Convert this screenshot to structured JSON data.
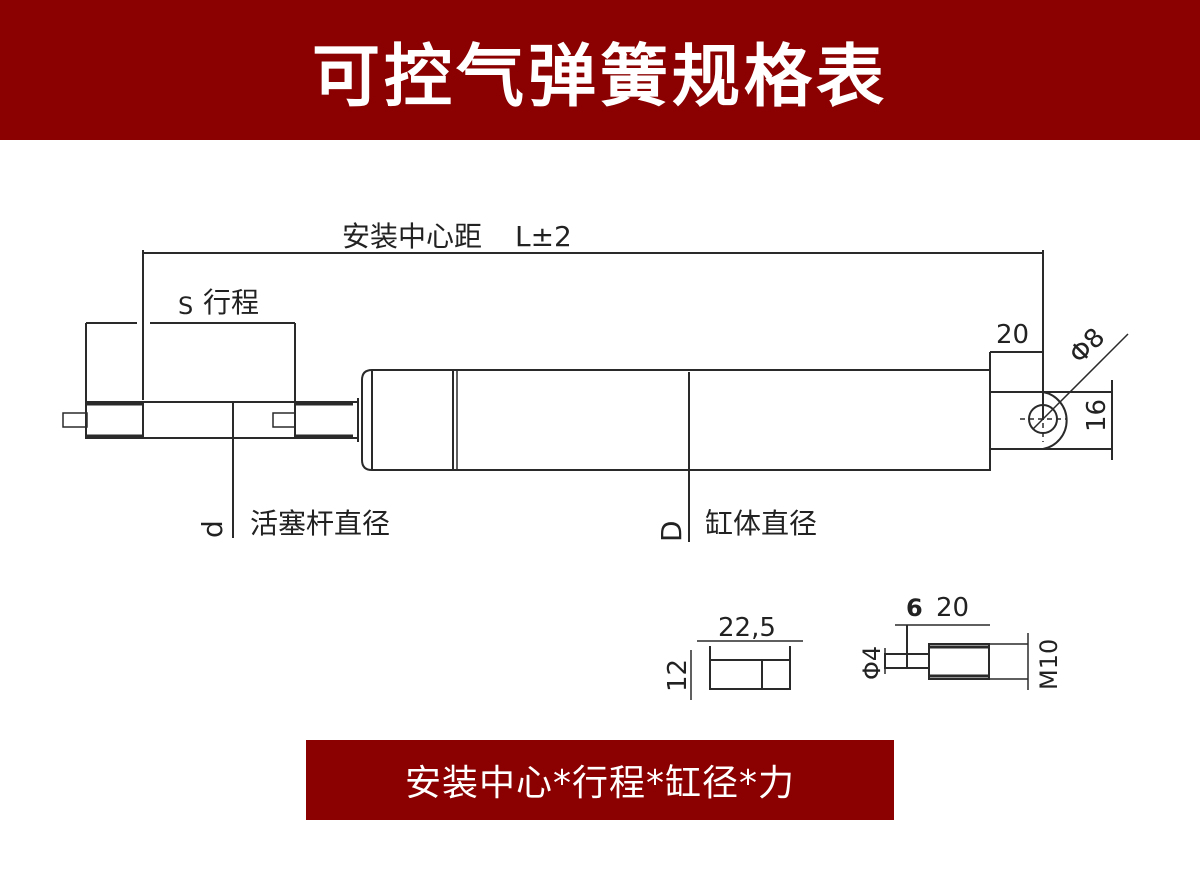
{
  "header": {
    "title": "可控气弹簧规格表",
    "background_color": "#8b0000"
  },
  "diagram": {
    "install_center_label": "安装中心距",
    "install_center_tolerance": "L±2",
    "stroke_symbol": "S",
    "stroke_label": "行程",
    "rod_symbol": "d",
    "rod_label": "活塞杆直径",
    "cylinder_symbol": "D",
    "cylinder_label": "缸体直径",
    "eye_offset": "20",
    "eye_hole_diameter": "Φ8",
    "eye_width": "16",
    "detail_a": {
      "length": "22,5",
      "height": "12"
    },
    "detail_b": {
      "pin_length": "6",
      "thread_length": "20",
      "pin_diameter": "Φ4",
      "thread": "M10"
    }
  },
  "footer": {
    "formula": "安装中心*行程*缸径*力"
  }
}
